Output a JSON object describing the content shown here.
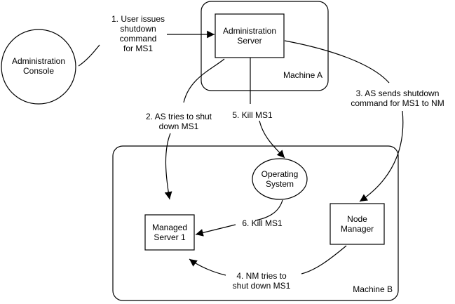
{
  "nodes": {
    "admin_console": "Administration\nConsole",
    "admin_server": "Administration\nServer",
    "operating_system": "Operating\nSystem",
    "managed_server": "Managed\nServer 1",
    "node_manager": "Node\nManager"
  },
  "containers": {
    "machine_a": "Machine A",
    "machine_b": "Machine B"
  },
  "steps": {
    "step1": "1.  User issues\nshutdown\ncommand\nfor MS1",
    "step2": "2.  AS tries to shut\ndown MS1",
    "step3": "3. AS sends shutdown\ncommand for MS1 to NM",
    "step4": "4. NM tries to\nshut down MS1",
    "step5": "5. Kill MS1",
    "step6": "6. Kill MS1"
  }
}
